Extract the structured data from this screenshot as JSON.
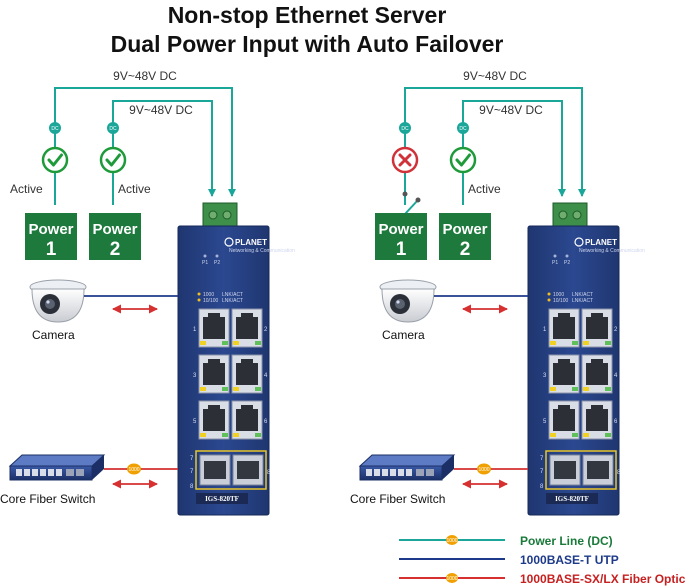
{
  "title": {
    "line1": "Non-stop Ethernet Server",
    "line2": "Dual Power Input with Auto Failover"
  },
  "colors": {
    "power_line": "#1aa79a",
    "utp": "#1d3a8a",
    "fiber": "#d63030",
    "power_box": "#1e7a3c",
    "switch_body": "#25407f",
    "active_check": "#1f9a3a",
    "failed_x": "#d0323a"
  },
  "scenarios": [
    {
      "voltage_outer": "9V~48V DC",
      "voltage_inner": "9V~48V DC",
      "dc_badge": "DC",
      "power1": {
        "word": "Power",
        "num": "1",
        "state": "ok",
        "status_label": "Active"
      },
      "power2": {
        "word": "Power",
        "num": "2",
        "state": "ok",
        "status_label": "Active"
      },
      "camera_label": "Camera",
      "core_switch_label": "Core Fiber Switch",
      "switch": {
        "brand": "PLANET",
        "brand_sub": "Networking & Communication",
        "model": "IGS-820TF",
        "p1": "P1",
        "p2": "P2",
        "led_1000": "1000",
        "led_10100": "10/100",
        "led_act1": "LNK/ACT",
        "led_act2": "LNK/ACT",
        "port_numbers": [
          "1",
          "2",
          "3",
          "4",
          "5",
          "6",
          "7",
          "8"
        ],
        "sfp_numbers": [
          "7",
          "8"
        ]
      },
      "fiber_badge": "1000"
    },
    {
      "voltage_outer": "9V~48V DC",
      "voltage_inner": "9V~48V DC",
      "dc_badge": "DC",
      "power1": {
        "word": "Power",
        "num": "1",
        "state": "failed",
        "status_label": ""
      },
      "power2": {
        "word": "Power",
        "num": "2",
        "state": "ok",
        "status_label": "Active"
      },
      "camera_label": "Camera",
      "core_switch_label": "Core Fiber Switch",
      "switch": {
        "brand": "PLANET",
        "brand_sub": "Networking & Communication",
        "model": "IGS-820TF",
        "p1": "P1",
        "p2": "P2",
        "led_1000": "1000",
        "led_10100": "10/100",
        "led_act1": "LNK/ACT",
        "led_act2": "LNK/ACT",
        "port_numbers": [
          "1",
          "2",
          "3",
          "4",
          "5",
          "6",
          "7",
          "8"
        ],
        "sfp_numbers": [
          "7",
          "8"
        ]
      },
      "fiber_badge": "1000"
    }
  ],
  "legend": [
    {
      "label": "Power Line (DC)",
      "color": "#1a7a3a",
      "line": "#1aa79a",
      "badge": "1000"
    },
    {
      "label": "1000BASE-T UTP",
      "color": "#1d3a8a",
      "line": "#1d3a8a",
      "badge": ""
    },
    {
      "label": "1000BASE-SX/LX Fiber Optic",
      "color": "#c62020",
      "line": "#d63030",
      "badge": "1000"
    }
  ]
}
